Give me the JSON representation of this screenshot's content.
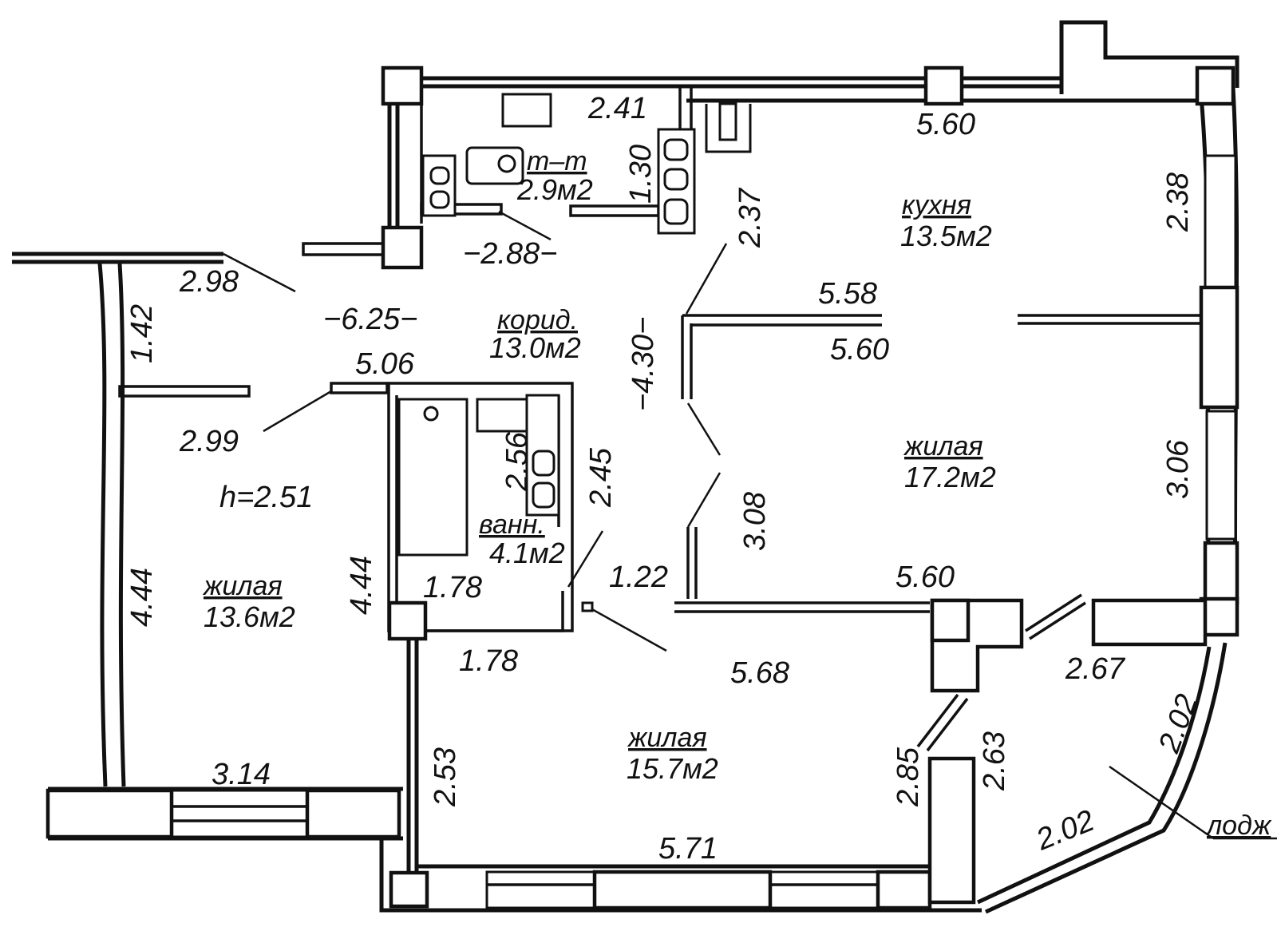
{
  "rooms": {
    "wc": {
      "name": "т–т",
      "area": "2.9м2"
    },
    "kitchen": {
      "name": "кухня",
      "area": "13.5м2"
    },
    "corridor": {
      "name": "корид.",
      "area": "13.0м2"
    },
    "living_east": {
      "name": "жилая",
      "area": "17.2м2"
    },
    "living_west": {
      "name": "жилая",
      "area": "13.6м2"
    },
    "bath": {
      "name": "ванн.",
      "area": "4.1м2"
    },
    "living_south": {
      "name": "жилая",
      "area": "15.7м2"
    },
    "loggia": {
      "name": "лодж"
    }
  },
  "ceiling_height": "h=2.51",
  "dimensions": {
    "wc_top": "2.41",
    "wc_side": "1.30",
    "wc_bottom": "−2.88−",
    "kitchen_top": "5.60",
    "kitchen_right": "2.38",
    "kitchen_left": "2.37",
    "kitchen_bottom": "5.58",
    "living_east_top": "5.60",
    "living_east_right": "3.06",
    "living_east_left": "3.08",
    "living_east_bottom": "5.60",
    "corridor_length": "−6.25−",
    "corridor_vertical": "−4.30−",
    "hall_top": "2.98",
    "hall_side": "1.42",
    "hall_mid": "5.06",
    "hall_lower": "2.99",
    "living_west_left": "4.44",
    "living_west_right": "4.44",
    "living_west_bottom": "3.14",
    "bath_width": "2.56",
    "bath_height": "2.45",
    "bath_bottom_inner": "1.78",
    "bath_bottom": "1.78",
    "door_gap": "1.22",
    "living_south_top": "5.68",
    "living_south_left": "2.53",
    "living_south_bottom": "5.71",
    "living_south_right": "2.85",
    "loggia_inner": "2.63",
    "loggia_top": "2.67",
    "loggia_side": "2.02",
    "loggia_bottom": "2.02"
  }
}
